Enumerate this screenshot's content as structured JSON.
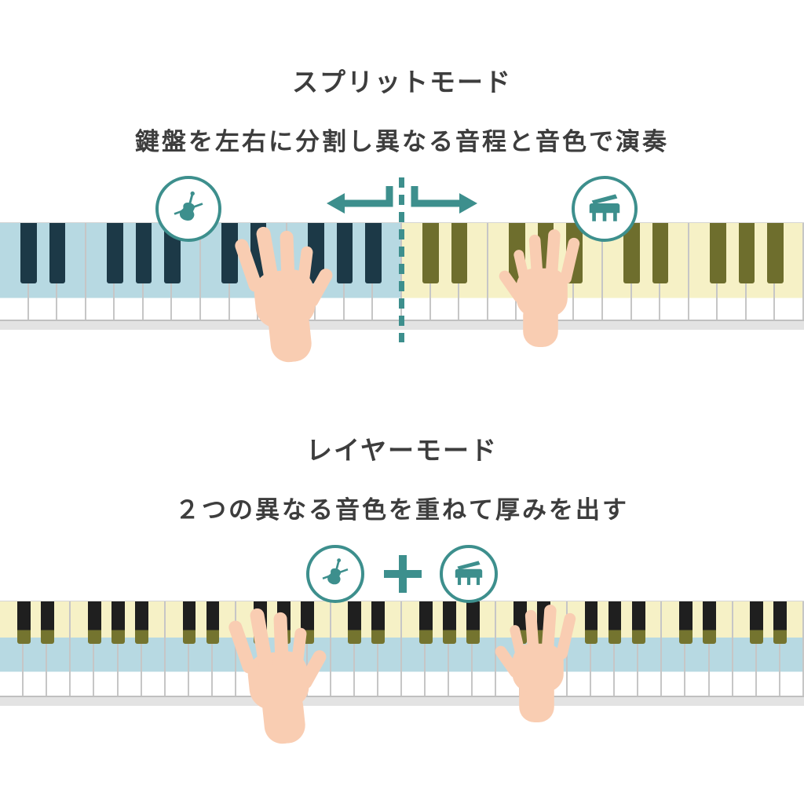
{
  "split_section": {
    "title": "スプリットモード",
    "subtitle": "鍵盤を左右に分割し異なる音程と音色で演奏",
    "left_instrument": "double-bass",
    "right_instrument": "grand-piano"
  },
  "layer_section": {
    "title": "レイヤーモード",
    "subtitle": "２つの異なる音色を重ねて厚みを出す",
    "instrument_a": "double-bass",
    "instrument_b": "grand-piano",
    "combiner": "plus"
  },
  "colors": {
    "accent_teal": "#3d8f8d",
    "split_left_tint": "#b7d9e2",
    "split_left_black_key": "#1c3947",
    "split_right_tint": "#f6f1c6",
    "split_right_black_key": "#6e6e2d",
    "layer_top_tint": "#f6f1c6",
    "layer_bottom_tint": "#b7d9e2",
    "layer_black_key": "#1f1f1f",
    "layer_black_key_tip": "#74742f",
    "key_border": "#c6c6c6",
    "keyboard_edge": "#e3e3e3",
    "hand_skin": "#f9cdb2",
    "title_text": "#3d3d3d"
  },
  "keyboards": {
    "split": {
      "white_keys": 28,
      "split_after": 14,
      "tint_stop_pct": 77,
      "black_key_height_pct": 62
    },
    "layer": {
      "white_keys": 34,
      "yellow_stop_pct": 38,
      "blue_stop_pct": 74,
      "black_key_height_pct": 45,
      "black_tip_start_pct": 68
    }
  }
}
